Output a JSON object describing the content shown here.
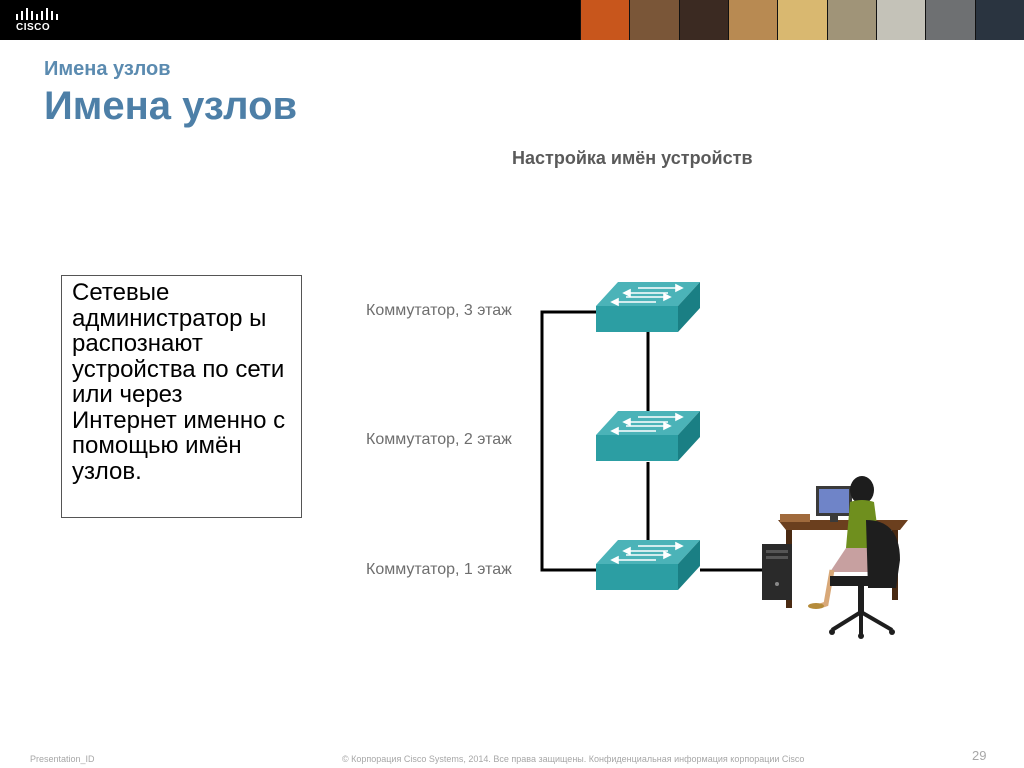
{
  "header": {
    "logo_text": "CISCO",
    "photo_colors": [
      "#c8561c",
      "#7a5638",
      "#3b2a22",
      "#b88a52",
      "#d9b870",
      "#a09478",
      "#c4c2b8",
      "#6e7072",
      "#2a3440"
    ]
  },
  "slide": {
    "section_title": "Имена узлов",
    "main_title": "Имена узлов",
    "body_text": "Сетевые администратор ы распознают устройства по сети или через Интернет именно с помощью имён узлов."
  },
  "diagram": {
    "title": "Настройка имён устройств",
    "switches": [
      {
        "label": "Коммутатор, 3 этаж"
      },
      {
        "label": "Коммутатор, 2 этаж"
      },
      {
        "label": "Коммутатор, 1 этаж"
      }
    ],
    "colors": {
      "switch_top": "#4bb3b8",
      "switch_front": "#2c9ea3",
      "switch_side": "#1a7f84",
      "cable": "#000000"
    }
  },
  "footer": {
    "presentation_id": "Presentation_ID",
    "copyright": "© Корпорация Cisco Systems, 2014. Все права защищены.    Конфиденциальная информация корпорации Cisco",
    "page_number": "29"
  }
}
